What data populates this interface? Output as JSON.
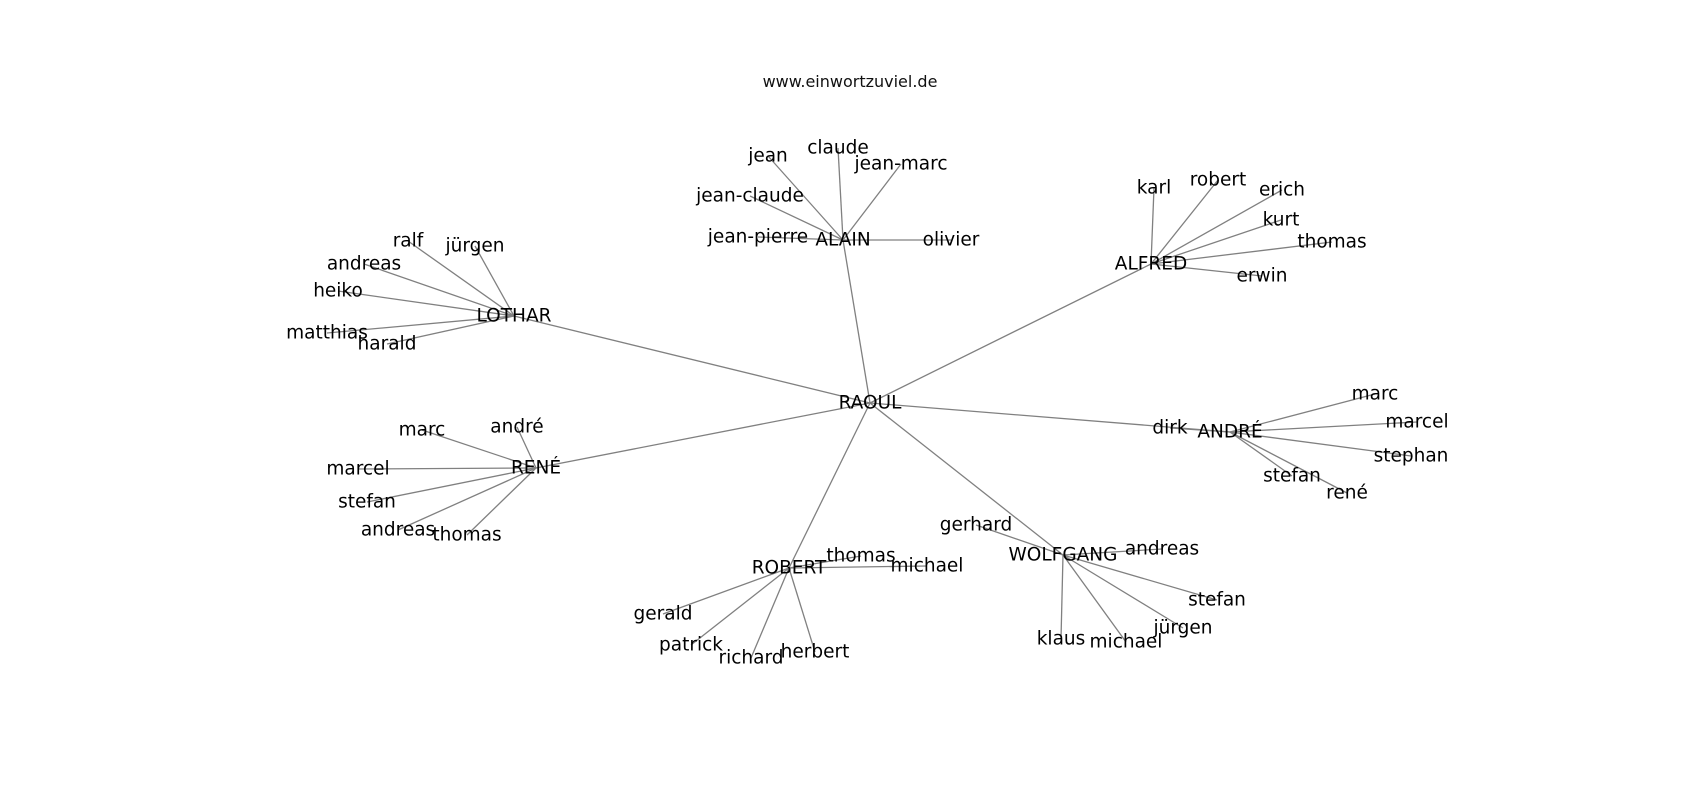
{
  "header": {
    "site": "www.einwortzuviel.de"
  },
  "colors": {
    "edge": "#808080",
    "text": "#000000",
    "background": "#ffffff"
  },
  "graph": {
    "type": "tree",
    "root": "RAOUL",
    "hubs": [
      {
        "id": "alain",
        "label": "ALAIN",
        "children": [
          {
            "id": "alain-jean",
            "label": "jean"
          },
          {
            "id": "alain-claude",
            "label": "claude"
          },
          {
            "id": "alain-jean-marc",
            "label": "jean-marc"
          },
          {
            "id": "alain-jean-claude",
            "label": "jean-claude"
          },
          {
            "id": "alain-jean-pierre",
            "label": "jean-pierre"
          },
          {
            "id": "alain-olivier",
            "label": "olivier"
          }
        ]
      },
      {
        "id": "alfred",
        "label": "ALFRED",
        "children": [
          {
            "id": "alfred-karl",
            "label": "karl"
          },
          {
            "id": "alfred-robert",
            "label": "robert"
          },
          {
            "id": "alfred-erich",
            "label": "erich"
          },
          {
            "id": "alfred-kurt",
            "label": "kurt"
          },
          {
            "id": "alfred-thomas",
            "label": "thomas"
          },
          {
            "id": "alfred-erwin",
            "label": "erwin"
          }
        ]
      },
      {
        "id": "lothar",
        "label": "LOTHAR",
        "children": [
          {
            "id": "lothar-ralf",
            "label": "ralf"
          },
          {
            "id": "lothar-jurgen",
            "label": "jürgen"
          },
          {
            "id": "lothar-andreas",
            "label": "andreas"
          },
          {
            "id": "lothar-heiko",
            "label": "heiko"
          },
          {
            "id": "lothar-matthias",
            "label": "matthias"
          },
          {
            "id": "lothar-harald",
            "label": "harald"
          }
        ]
      },
      {
        "id": "andre",
        "label": "ANDRÉ",
        "children": [
          {
            "id": "andre-marc",
            "label": "marc"
          },
          {
            "id": "andre-marcel",
            "label": "marcel"
          },
          {
            "id": "andre-dirk",
            "label": "dirk"
          },
          {
            "id": "andre-stephan",
            "label": "stephan"
          },
          {
            "id": "andre-stefan",
            "label": "stefan"
          },
          {
            "id": "andre-rene",
            "label": "rené"
          }
        ]
      },
      {
        "id": "rene",
        "label": "RENÉ",
        "children": [
          {
            "id": "rene-marc",
            "label": "marc"
          },
          {
            "id": "rene-andre",
            "label": "andré"
          },
          {
            "id": "rene-marcel",
            "label": "marcel"
          },
          {
            "id": "rene-stefan",
            "label": "stefan"
          },
          {
            "id": "rene-andreas",
            "label": "andreas"
          },
          {
            "id": "rene-thomas",
            "label": "thomas"
          }
        ]
      },
      {
        "id": "wolfgang",
        "label": "WOLFGANG",
        "children": [
          {
            "id": "wolfgang-gerhard",
            "label": "gerhard"
          },
          {
            "id": "wolfgang-andreas",
            "label": "andreas"
          },
          {
            "id": "wolfgang-stefan",
            "label": "stefan"
          },
          {
            "id": "wolfgang-jurgen",
            "label": "jürgen"
          },
          {
            "id": "wolfgang-klaus",
            "label": "klaus"
          },
          {
            "id": "wolfgang-michael",
            "label": "michael"
          }
        ]
      },
      {
        "id": "robert",
        "label": "ROBERT",
        "children": [
          {
            "id": "robert-thomas",
            "label": "thomas"
          },
          {
            "id": "robert-michael",
            "label": "michael"
          },
          {
            "id": "robert-gerald",
            "label": "gerald"
          },
          {
            "id": "robert-patrick",
            "label": "patrick"
          },
          {
            "id": "robert-richard",
            "label": "richard"
          },
          {
            "id": "robert-herbert",
            "label": "herbert"
          }
        ]
      }
    ]
  }
}
